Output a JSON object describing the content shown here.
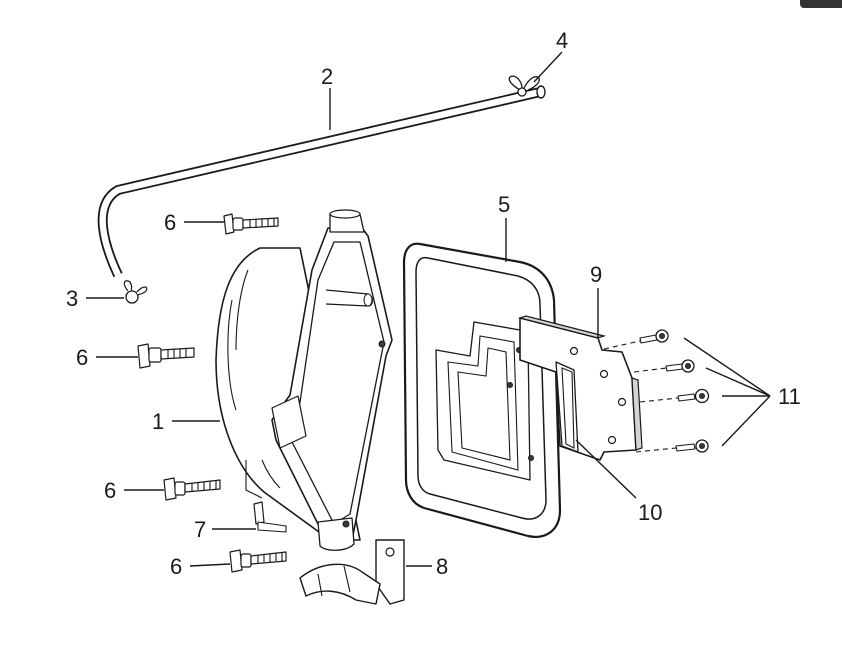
{
  "labels": {
    "l1": "1",
    "l2": "2",
    "l3": "3",
    "l4": "4",
    "l5": "5",
    "l6a": "6",
    "l6b": "6",
    "l6c": "6",
    "l6d": "6",
    "l7": "7",
    "l8": "8",
    "l9": "9",
    "l10": "10",
    "l11": "11"
  }
}
